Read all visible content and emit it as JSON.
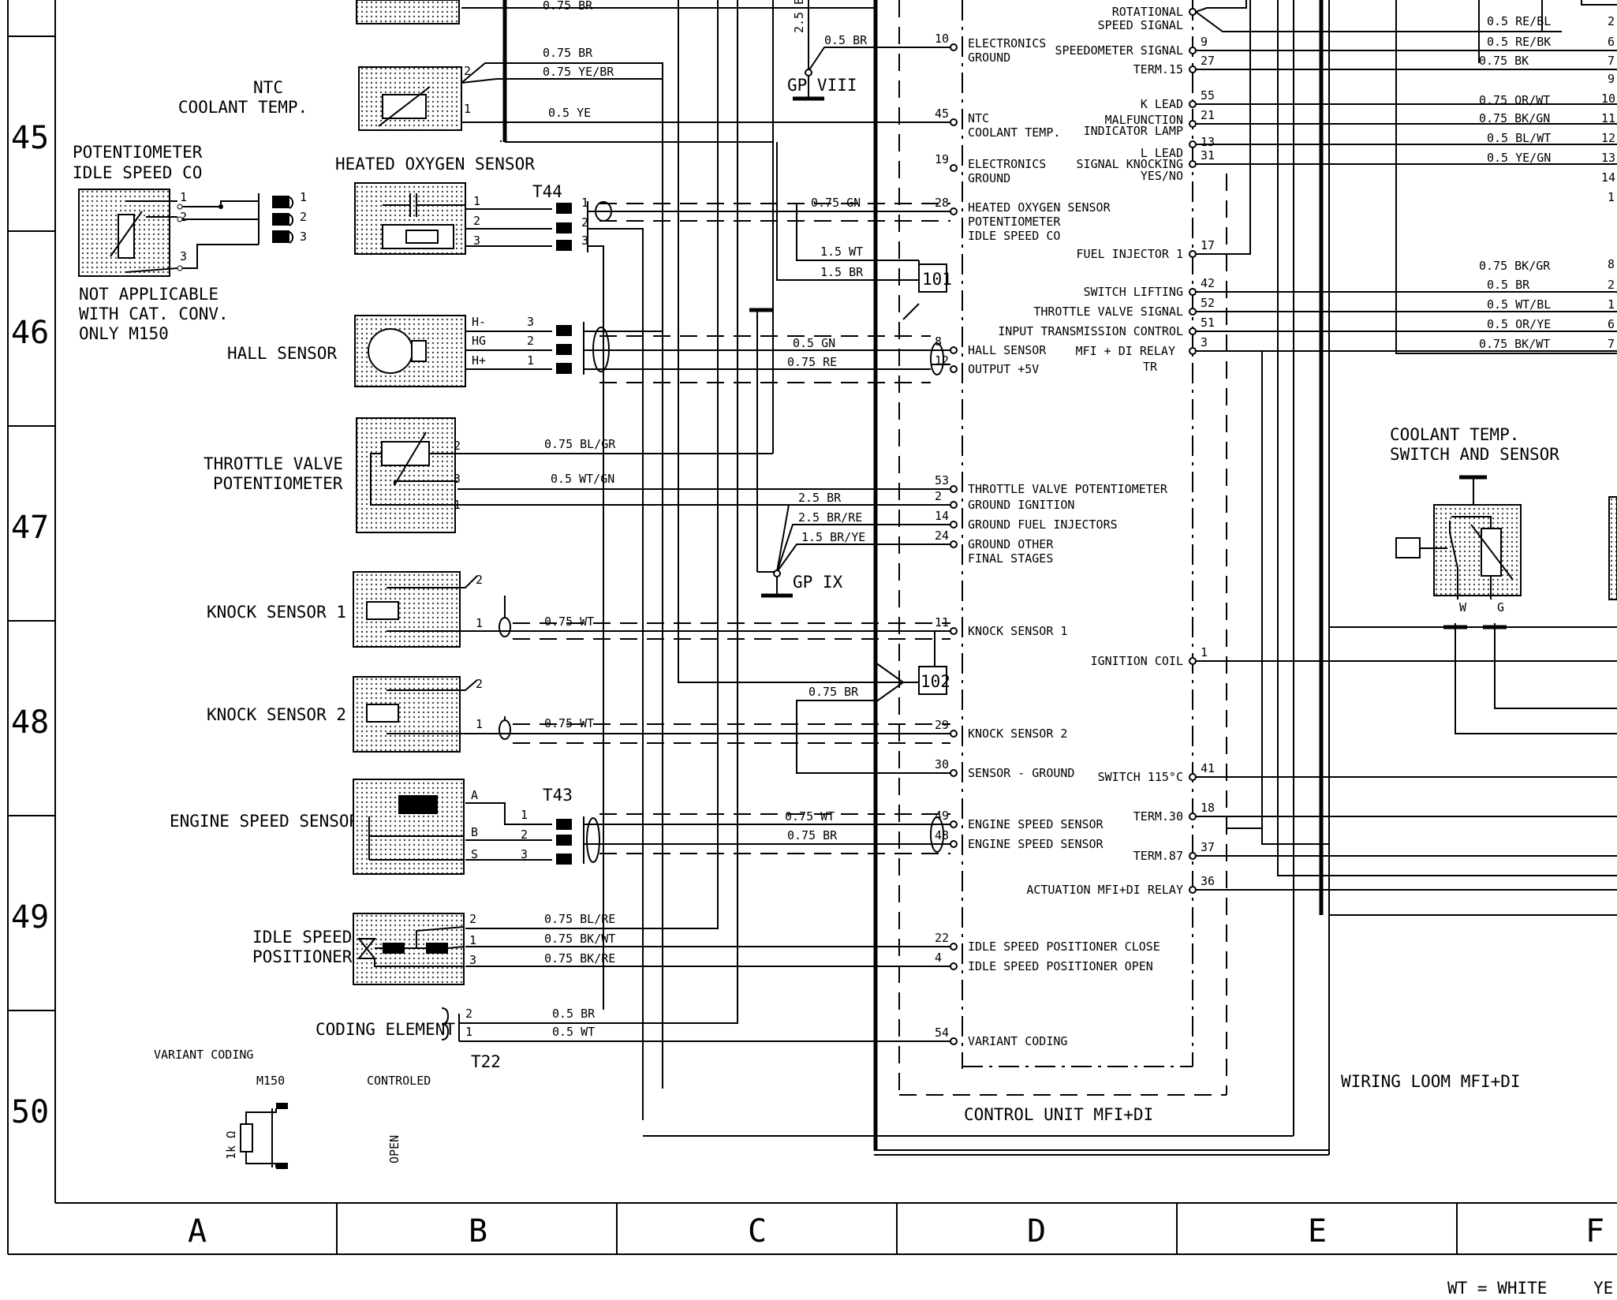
{
  "row_numbers": [
    "45",
    "46",
    "47",
    "48",
    "49",
    "50"
  ],
  "columns": [
    "A",
    "B",
    "C",
    "D",
    "E",
    "F"
  ],
  "legend": [
    "WT = WHITE",
    "YE"
  ],
  "components": {
    "ntc": [
      "NTC",
      "COOLANT TEMP."
    ],
    "pot_idle": [
      "POTENTIOMETER",
      "IDLE SPEED CO"
    ],
    "not_applicable": [
      "NOT APPLICABLE",
      "WITH CAT. CONV.",
      "ONLY M150"
    ],
    "hos": "HEATED OXYGEN SENSOR",
    "hall": "HALL SENSOR",
    "throttle": [
      "THROTTLE VALVE",
      "POTENTIOMETER"
    ],
    "knock1": "KNOCK SENSOR 1",
    "knock2": "KNOCK SENSOR 2",
    "engine_speed": "ENGINE SPEED SENSOR",
    "idle_pos": [
      "IDLE SPEED",
      "POSITIONER"
    ],
    "coding": "CODING ELEMENT",
    "variant_coding": "VARIANT CODING",
    "m150": "M150",
    "controled": "CONTROLED",
    "open": "OPEN",
    "resistor": "1k Ω",
    "coolant_switch": [
      "COOLANT TEMP.",
      "SWITCH AND SENSOR"
    ],
    "control_unit": "CONTROL UNIT MFI+DI",
    "wiring_loom": "WIRING LOOM MFI+DI",
    "gp8": "GP VIII",
    "gp9": "GP IX",
    "t44": "T44",
    "t43": "T43",
    "t22": "T22",
    "r101": "101",
    "r102": "102",
    "coolant_pins": [
      "W",
      "G"
    ]
  },
  "wires": {
    "w_top_br": "0.75 BR",
    "w_ntc1": "0.75 BR",
    "w_ntc2": "0.75 YE/BR",
    "w_ntc3": "0.5 YE",
    "w_gp8_br": "0.5 BR",
    "w_25b": "2.5 B",
    "w_hos_gn": "0.75 GN",
    "w_15wt": "1.5 WT",
    "w_15br": "1.5 BR",
    "w_hall_gn": "0.5 GN",
    "w_hall_re": "0.75 RE",
    "w_tv_blgr": "0.75 BL/GR",
    "w_tv_wtgn": "0.5 WT/GN",
    "w_25br": "2.5 BR",
    "w_25brre": "2.5 BR/RE",
    "w_15brye": "1.5 BR/YE",
    "w_k1": "0.75 WT",
    "w_k2": "0.75 WT",
    "w_k_br": "0.75 BR",
    "w_es_wt": "0.75 WT",
    "w_es_br": "0.75 BR",
    "w_is1": "0.75 BL/RE",
    "w_is2": "0.75 BK/WT",
    "w_is3": "0.75 BK/RE",
    "w_ce1": "0.5 BR",
    "w_ce2": "0.5 WT",
    "w_r1": "0.5 RE/BL",
    "w_r2": "0.5 RE/BK",
    "w_r3": "0.75 BK",
    "w_r4": "0.75 OR/WT",
    "w_r5": "0.75 BK/GN",
    "w_r6": "0.5 BL/WT",
    "w_r7": "0.5 YE/GN",
    "w_r8": "0.75 BK/GR",
    "w_r9": "0.5 BR",
    "w_r10": "0.5 WT/BL",
    "w_r11": "0.5 OR/YE",
    "w_r12": "0.75 BK/WT"
  },
  "right_pins": [
    "2",
    "6",
    "7",
    "9",
    "10",
    "11",
    "12",
    "13",
    "14",
    "1",
    "8",
    "2",
    "1",
    "6",
    "7"
  ],
  "sensor_pins": {
    "hos": [
      "1",
      "2",
      "3"
    ],
    "hos_t": [
      "1",
      "2",
      "3"
    ],
    "hall": [
      "H-",
      "HG",
      "H+"
    ],
    "hall_n": [
      "3",
      "2",
      "1"
    ],
    "tv": [
      "2",
      "3",
      "1"
    ],
    "es": [
      "A",
      "B",
      "S"
    ],
    "es_n": [
      "1",
      "2",
      "3"
    ],
    "is": [
      "2",
      "1",
      "3"
    ],
    "ce": [
      "2",
      "1"
    ],
    "pot": [
      "1",
      "2",
      "3"
    ],
    "pot_t": [
      "1",
      "2",
      "3"
    ],
    "ntc": [
      "2",
      "1"
    ],
    "k1": [
      "2",
      "1"
    ],
    "k2": [
      "2",
      "1"
    ]
  },
  "ecu_left": [
    {
      "pin": "10",
      "label": [
        "ELECTRONICS",
        "GROUND"
      ]
    },
    {
      "pin": "45",
      "label": [
        "NTC",
        "COOLANT TEMP."
      ]
    },
    {
      "pin": "19",
      "label": [
        "ELECTRONICS",
        "GROUND"
      ]
    },
    {
      "pin": "28",
      "label": [
        "HEATED OXYGEN SENSOR",
        "POTENTIOMETER",
        "IDLE SPEED CO"
      ]
    },
    {
      "pin": "8",
      "label": [
        "HALL SENSOR"
      ]
    },
    {
      "pin": "12",
      "label": [
        "OUTPUT +5V"
      ]
    },
    {
      "pin": "53",
      "label": [
        "THROTTLE VALVE POTENTIOMETER"
      ]
    },
    {
      "pin": "2",
      "label": [
        "GROUND IGNITION"
      ]
    },
    {
      "pin": "14",
      "label": [
        "GROUND FUEL INJECTORS"
      ]
    },
    {
      "pin": "24",
      "label": [
        "GROUND OTHER",
        "FINAL STAGES"
      ]
    },
    {
      "pin": "11",
      "label": [
        "KNOCK SENSOR 1"
      ]
    },
    {
      "pin": "29",
      "label": [
        "KNOCK SENSOR 2"
      ]
    },
    {
      "pin": "30",
      "label": [
        "SENSOR - GROUND"
      ]
    },
    {
      "pin": "49",
      "label": [
        "ENGINE SPEED SENSOR"
      ]
    },
    {
      "pin": "48",
      "label": [
        "ENGINE SPEED SENSOR"
      ]
    },
    {
      "pin": "22",
      "label": [
        "IDLE SPEED POSITIONER CLOSE"
      ]
    },
    {
      "pin": "4",
      "label": [
        "IDLE SPEED POSITIONER OPEN"
      ]
    },
    {
      "pin": "54",
      "label": [
        "VARIANT CODING"
      ]
    }
  ],
  "ecu_right": [
    {
      "pin": "",
      "label": [
        "ROTATIONAL",
        "SPEED SIGNAL"
      ]
    },
    {
      "pin": "9",
      "label": [
        "SPEEDOMETER SIGNAL"
      ]
    },
    {
      "pin": "27",
      "label": [
        "TERM.15"
      ]
    },
    {
      "pin": "55",
      "label": [
        "K LEAD"
      ]
    },
    {
      "pin": "21",
      "label": [
        "MALFUNCTION",
        "INDICATOR LAMP"
      ]
    },
    {
      "pin": "13",
      "label": [
        "L LEAD"
      ]
    },
    {
      "pin": "31",
      "label": [
        "SIGNAL KNOCKING",
        "YES/NO"
      ]
    },
    {
      "pin": "17",
      "label": [
        "FUEL INJECTOR 1"
      ]
    },
    {
      "pin": "42",
      "label": [
        "SWITCH LIFTING"
      ]
    },
    {
      "pin": "52",
      "label": [
        "THROTTLE VALVE SIGNAL"
      ]
    },
    {
      "pin": "51",
      "label": [
        "INPUT TRANSMISSION CONTROL"
      ]
    },
    {
      "pin": "3",
      "label": [
        "MFI + DI RELAY",
        "TR"
      ]
    },
    {
      "pin": "1",
      "label": [
        "IGNITION COIL"
      ]
    },
    {
      "pin": "41",
      "label": [
        "SWITCH 115°C"
      ]
    },
    {
      "pin": "18",
      "label": [
        "TERM.30"
      ]
    },
    {
      "pin": "37",
      "label": [
        "TERM.87"
      ]
    },
    {
      "pin": "36",
      "label": [
        "ACTUATION MFI+DI RELAY"
      ]
    }
  ]
}
